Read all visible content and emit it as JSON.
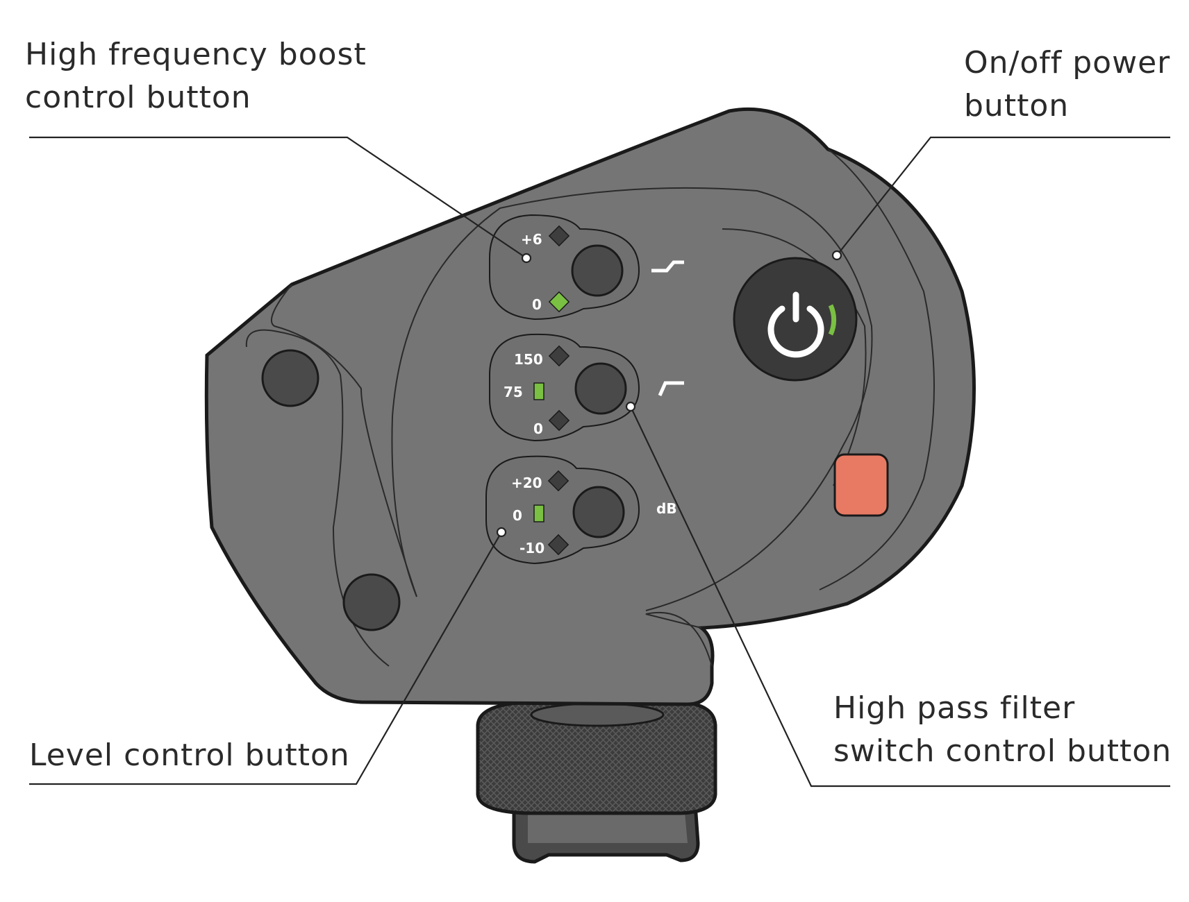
{
  "callouts": {
    "high_freq_boost": {
      "line1": "High frequency boost",
      "line2": "control button"
    },
    "power": {
      "line1": "On/off power",
      "line2": "button"
    },
    "level": {
      "line1": "Level control button"
    },
    "high_pass": {
      "line1": "High pass filter",
      "line2": "switch control button"
    }
  },
  "panel": {
    "hf_boost": {
      "top": "+6",
      "bottom": "0"
    },
    "high_pass": {
      "top": "150",
      "mid": "75",
      "bottom": "0"
    },
    "level": {
      "top": "+20",
      "mid": "0",
      "bottom": "-10",
      "unit": "dB"
    }
  },
  "icons": {
    "hf_boost_curve": "high-shelf-curve-icon",
    "high_pass_curve": "high-pass-curve-icon",
    "power": "power-icon"
  },
  "colors": {
    "body": "#757575",
    "button": "#4a4a4a",
    "indicator_on": "#7ac043",
    "indicator_off": "#3e3e3e",
    "record_button": "#e87a64"
  }
}
